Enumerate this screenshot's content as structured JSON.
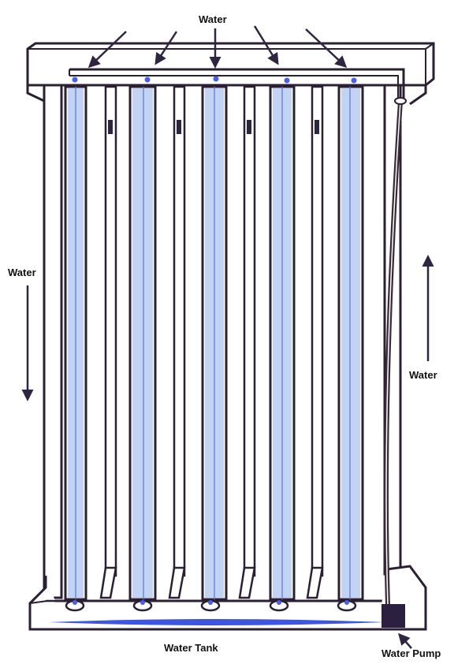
{
  "labels": {
    "top_water": "Water",
    "left_water": "Water",
    "right_water": "Water",
    "tank": "Water Tank",
    "pump": "Water Pump"
  },
  "colors": {
    "outline": "#2a1f33",
    "water_fill": "#c3d3f4",
    "water_line": "#5a74d8",
    "tank_water": "#3d55e0",
    "drip": "#4a5ee6",
    "pump": "#2b2040",
    "pipe": "#3a2a3a",
    "arrow": "#2e2540"
  }
}
